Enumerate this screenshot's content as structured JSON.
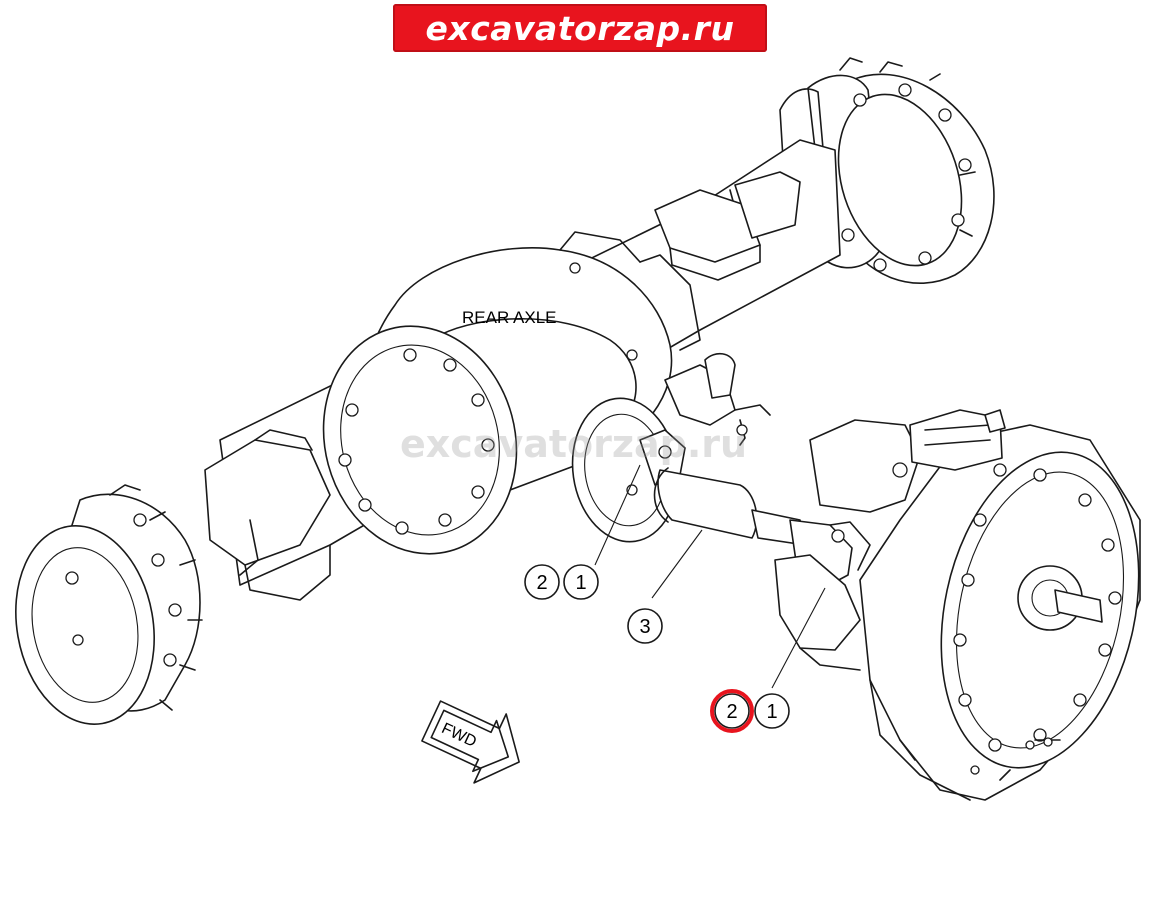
{
  "brand": {
    "banner_text": "excavatorzap.ru",
    "banner_color": "#e8141e",
    "watermark_text": "excavatorzap.ru"
  },
  "labels": {
    "rear_axle": "REAR AXLE",
    "fwd_arrow": "FWD"
  },
  "callouts": [
    {
      "id": "c-upper-2",
      "number": "2",
      "highlighted": false
    },
    {
      "id": "c-upper-1",
      "number": "1",
      "highlighted": false
    },
    {
      "id": "c-mid-3",
      "number": "3",
      "highlighted": false
    },
    {
      "id": "c-lower-2",
      "number": "2",
      "highlighted": true
    },
    {
      "id": "c-lower-1",
      "number": "1",
      "highlighted": false
    }
  ],
  "highlight_color": "#e8141e"
}
